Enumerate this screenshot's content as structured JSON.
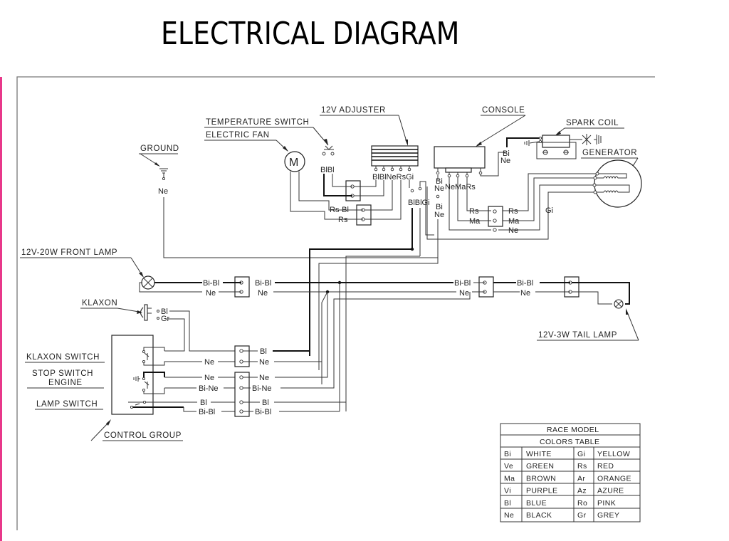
{
  "title": "ELECTRICAL DIAGRAM",
  "components": {
    "temperature_switch": "TEMPERATURE SWITCH",
    "electric_fan": "ELECTRIC FAN",
    "fan_symbol": "M",
    "adjuster": "12V ADJUSTER",
    "console": "CONSOLE",
    "spark_coil": "SPARK COIL",
    "generator": "GENERATOR",
    "ground": "GROUND",
    "front_lamp": "12V-20W FRONT LAMP",
    "klaxon": "KLAXON",
    "klaxon_switch": "KLAXON SWITCH",
    "stop_switch_1": "STOP SWITCH",
    "stop_switch_2": "ENGINE",
    "lamp_switch": "LAMP SWITCH",
    "control_group": "CONTROL GROUP",
    "tail_lamp": "12V-3W TAIL LAMP"
  },
  "wires": {
    "ground_ne": "Ne",
    "temp_bl": "BlBl",
    "adj_pins": "BlBlNeRsGi",
    "adj_lower": "BlBlGi",
    "rs_bl": "Rs-Bl",
    "rs": "Rs",
    "console_bi1": "Bi",
    "console_ne1": "Ne",
    "console_pins": "NeMaRs",
    "console_bi2": "Bi",
    "console_ne2": "Ne",
    "coil_bi": "Bi",
    "coil_ne": "Ne",
    "gen_rs_l": "Rs",
    "gen_rs_r": "Rs",
    "gen_ma_l": "Ma",
    "gen_ma_r": "Ma",
    "gen_ne": "Ne",
    "gen_gi": "Gi",
    "front_bibl_l": "Bi-Bl",
    "front_bibl_r": "Bi-Bl",
    "front_ne_l": "Ne",
    "front_ne_r": "Ne",
    "mid_bibl_l": "Bi-Bl",
    "mid_bibl_r": "Bi-Bl",
    "mid_ne_l": "Ne",
    "mid_ne_r": "Ne",
    "klaxon_bl": "Bl",
    "klaxon_gr": "Gr",
    "ks_bl": "Bl",
    "ks_ne_l": "Ne",
    "ks_ne_r": "Ne",
    "ss_ne_l": "Ne",
    "ss_ne_r": "Ne",
    "ss_bine_l": "Bi-Ne",
    "ss_bine_r": "Bi-Ne",
    "ls_bl_l": "Bl",
    "ls_bl_r": "Bl",
    "ls_bibl_l": "Bi-Bl",
    "ls_bibl_r": "Bi-Bl"
  },
  "colors_table": {
    "title": "RACE MODEL",
    "subtitle": "COLORS TABLE",
    "rows": [
      {
        "code1": "Bi",
        "name1": "WHITE",
        "code2": "Gi",
        "name2": "YELLOW"
      },
      {
        "code1": "Ve",
        "name1": "GREEN",
        "code2": "Rs",
        "name2": "RED"
      },
      {
        "code1": "Ma",
        "name1": "BROWN",
        "code2": "Ar",
        "name2": "ORANGE"
      },
      {
        "code1": "Vi",
        "name1": "PURPLE",
        "code2": "Az",
        "name2": "AZURE"
      },
      {
        "code1": "Bl",
        "name1": "BLUE",
        "code2": "Ro",
        "name2": "PINK"
      },
      {
        "code1": "Ne",
        "name1": "BLACK",
        "code2": "Gr",
        "name2": "GREY"
      }
    ]
  },
  "accent_color": "#e8388a"
}
